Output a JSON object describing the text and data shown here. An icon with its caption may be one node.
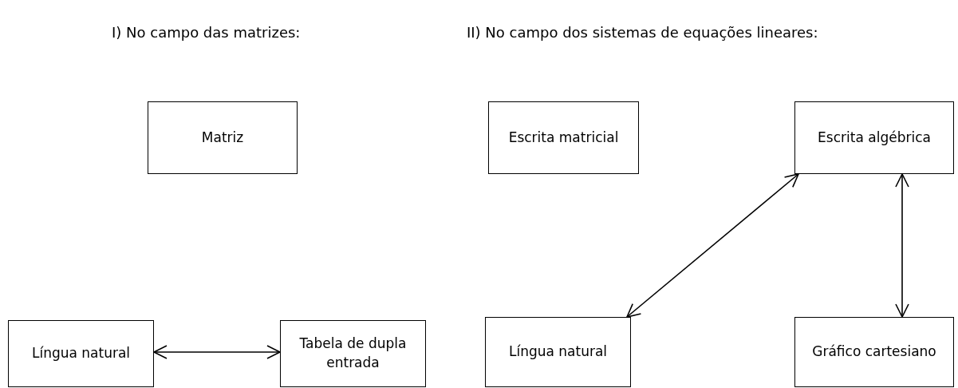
{
  "diagram": {
    "nodes": [
      {
        "text": [
          "Matriz"
        ]
      },
      {
        "text": [
          "Língua natural"
        ]
      },
      {
        "text": [
          "Tabela de dupla entrada"
        ]
      },
      {
        "text": [
          "Escrita matricial"
        ]
      },
      {
        "text": [
          "Escrita algébrica"
        ]
      },
      {
        "text": [
          "Língua natural"
        ]
      },
      {
        "text": [
          "Gráfico cartesiano"
        ]
      }
    ],
    "edges": [
      {
        "from": 1,
        "to": 2,
        "arrow": "both"
      },
      {
        "from": 5,
        "to": 4,
        "arrow": "both"
      },
      {
        "from": 4,
        "to": 6,
        "arrow": "both"
      }
    ],
    "labels": [
      "I) No campo das matrizes:",
      "II) No campo dos sistemas de equações lineares:"
    ]
  }
}
